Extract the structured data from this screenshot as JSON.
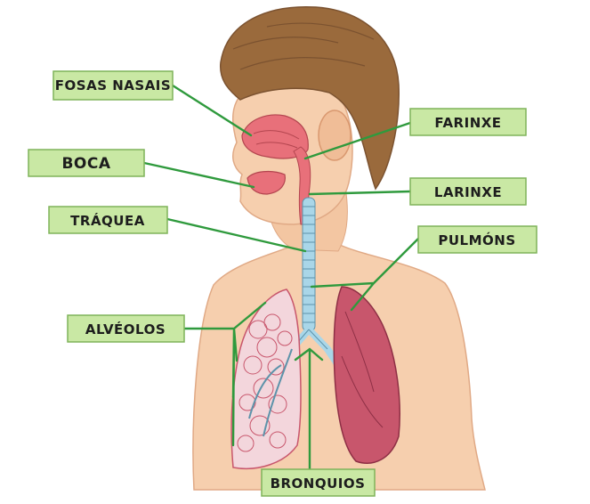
{
  "labels": {
    "fosas_nasais": "FOSAS NASAIS",
    "boca": "BOCA",
    "traquea": "TRÁQUEA",
    "alveolos": "ALVÉOLOS",
    "farinxe": "FARINXE",
    "larinxe": "LARINXE",
    "pulmons": "PULMÓNS",
    "bronquios": "BRONQUIOS"
  },
  "colors": {
    "label_fill": "#c9e8a4",
    "label_border": "#7fb35a",
    "leader_line": "#2f9a3d",
    "skin": "#f6cfae",
    "hair": "#9a6a3c",
    "airway": "#e8707a",
    "trachea": "#a9d6e8",
    "lung": "#c8566c"
  }
}
